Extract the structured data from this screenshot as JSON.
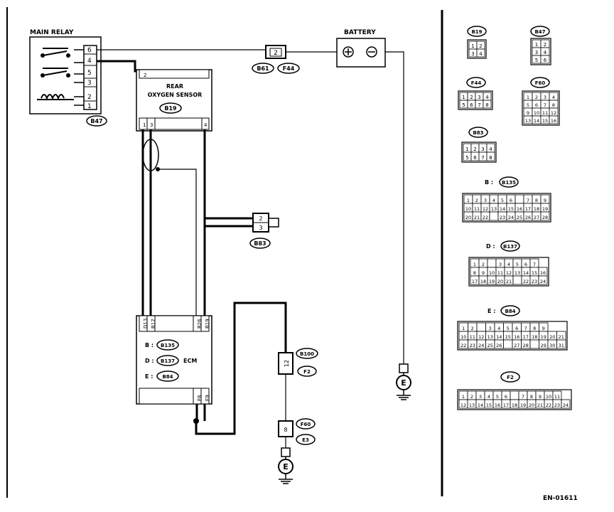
{
  "main_relay": {
    "title": "MAIN RELAY",
    "pins": [
      "6",
      "4",
      "5",
      "3",
      "2",
      "1"
    ],
    "connector": "B47"
  },
  "battery": {
    "title": "BATTERY",
    "plus": "⊕",
    "minus": "⊖"
  },
  "fuse": {
    "pin": "2",
    "connectors": [
      "B61",
      "F44"
    ]
  },
  "sensor": {
    "title_line1": "REAR",
    "title_line2": "OXYGEN SENSOR",
    "connector": "B19",
    "pins_left": [
      "1",
      "3"
    ],
    "pin_top": "2",
    "pin_right": "4"
  },
  "b83": {
    "pins": [
      "2",
      "3"
    ],
    "connector": "B83"
  },
  "ecm": {
    "title": "ECM",
    "b_prefix": "B :",
    "b_conn": "B135",
    "d_prefix": "D :",
    "d_conn": "B137",
    "e_prefix": "E :",
    "e_conn": "B84",
    "pins_left": [
      "D13",
      "B17"
    ],
    "pins_right": [
      "B26",
      "B19"
    ],
    "pins_bottom": [
      "E6",
      "E9"
    ]
  },
  "ground_line": {
    "pin_12": "12",
    "b100": "B100",
    "f2": "F2",
    "pin_8": "8",
    "f60": "F60",
    "e3": "E3",
    "ground": "E"
  },
  "battery_ground": "E",
  "legend": {
    "b19": {
      "id": "B19",
      "pins": [
        "1",
        "2",
        "3",
        "4"
      ]
    },
    "b47": {
      "id": "B47",
      "pins": [
        "1",
        "2",
        "3",
        "4",
        "5",
        "6"
      ]
    },
    "f44": {
      "id": "F44",
      "pins": [
        "1",
        "2",
        "3",
        "4",
        "5",
        "6",
        "7",
        "8"
      ]
    },
    "f60": {
      "id": "F60",
      "pins": [
        "1",
        "2",
        "3",
        "4",
        "5",
        "6",
        "7",
        "8",
        "9",
        "10",
        "11",
        "12",
        "13",
        "14",
        "15",
        "16"
      ]
    },
    "b83": {
      "id": "B83",
      "pins": [
        "1",
        "2",
        "3",
        "4",
        "5",
        "6",
        "7",
        "8"
      ]
    },
    "b135": {
      "prefix": "B :",
      "id": "B135",
      "rows": [
        [
          "1",
          "2",
          "3",
          "4",
          "5",
          "6",
          "",
          "7",
          "8",
          "9"
        ],
        [
          "10",
          "11",
          "12",
          "13",
          "14",
          "15",
          "16",
          "17",
          "18",
          "19"
        ],
        [
          "20",
          "21",
          "22",
          "",
          "23",
          "24",
          "25",
          "26",
          "27",
          "28"
        ]
      ]
    },
    "b137": {
      "prefix": "D :",
      "id": "B137",
      "rows": [
        [
          "1",
          "2",
          "",
          "3",
          "4",
          "5",
          "6",
          "7"
        ],
        [
          "8",
          "9",
          "10",
          "11",
          "12",
          "13",
          "14",
          "15",
          "16"
        ],
        [
          "17",
          "18",
          "19",
          "20",
          "21",
          "",
          "22",
          "23",
          "24"
        ]
      ]
    },
    "b84": {
      "prefix": "E :",
      "id": "B84",
      "rows": [
        [
          "1",
          "2",
          "",
          "3",
          "4",
          "5",
          "6",
          "7",
          "8",
          "9"
        ],
        [
          "10",
          "11",
          "12",
          "13",
          "14",
          "15",
          "16",
          "17",
          "18",
          "19",
          "20",
          "21"
        ],
        [
          "22",
          "23",
          "24",
          "25",
          "26",
          "",
          "27",
          "28",
          "",
          "29",
          "30",
          "31"
        ]
      ]
    },
    "f2": {
      "id": "F2",
      "rows": [
        [
          "1",
          "2",
          "3",
          "4",
          "5",
          "6",
          "",
          "7",
          "8",
          "9",
          "10",
          "11"
        ],
        [
          "12",
          "13",
          "14",
          "15",
          "16",
          "17",
          "18",
          "19",
          "20",
          "21",
          "22",
          "23",
          "24"
        ]
      ]
    }
  },
  "footer_code": "EN-01611"
}
